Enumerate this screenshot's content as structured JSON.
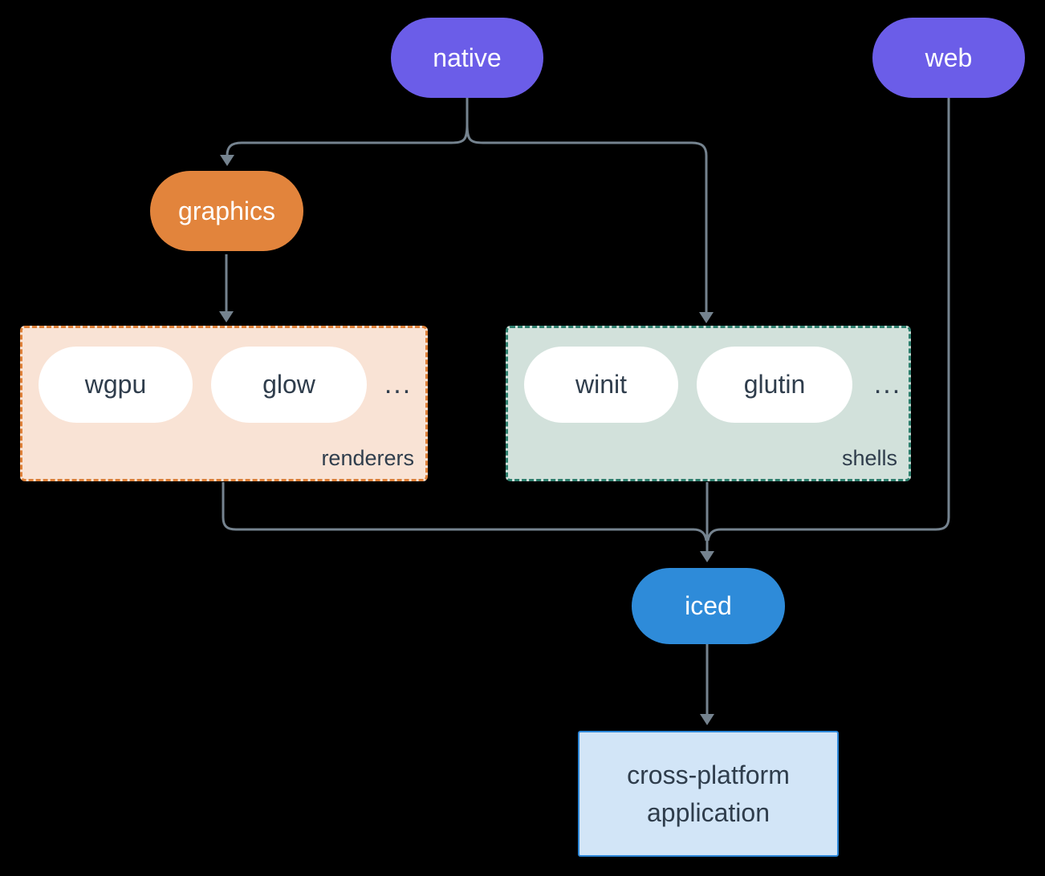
{
  "colors": {
    "pill-purple": "#6b5de8",
    "pill-orange": "#e2843c",
    "pill-blue": "#2e8bd9",
    "line": "#75838f",
    "text-dark": "#2f3d4c",
    "node-text": "#ffffff",
    "renderers-bg": "#f9e3d5",
    "renderers-border": "#de8038",
    "shells-bg": "#d2e1db",
    "shells-border": "#2e7f6e",
    "app-bg": "#d2e5f7",
    "app-border": "#2d87d8",
    "bg": "#000000"
  },
  "nodes": {
    "native": {
      "label": "native"
    },
    "web": {
      "label": "web"
    },
    "graphics": {
      "label": "graphics"
    },
    "iced": {
      "label": "iced"
    },
    "app": {
      "label": "cross-platform application"
    }
  },
  "groups": {
    "renderers": {
      "label": "renderers",
      "more": "...",
      "items": [
        {
          "label": "wgpu"
        },
        {
          "label": "glow"
        }
      ]
    },
    "shells": {
      "label": "shells",
      "more": "...",
      "items": [
        {
          "label": "winit"
        },
        {
          "label": "glutin"
        }
      ]
    }
  }
}
